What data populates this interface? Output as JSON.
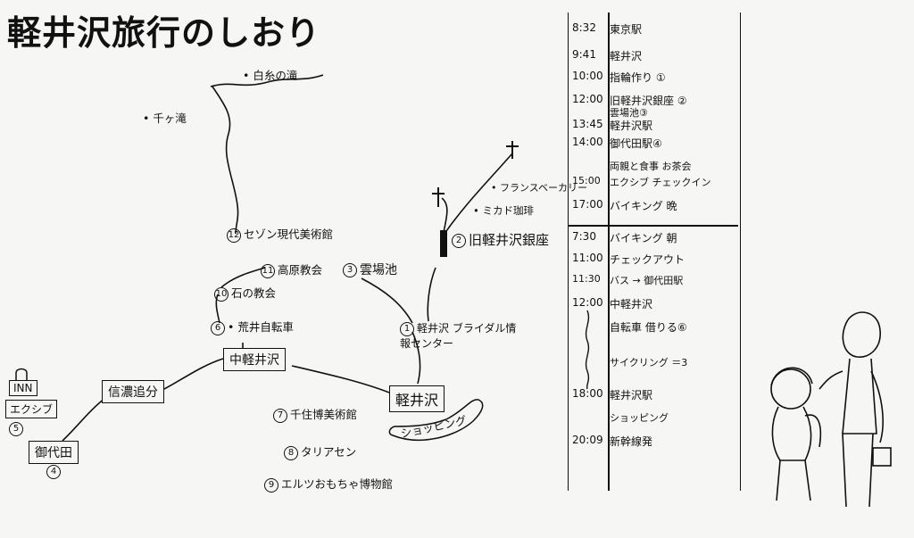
{
  "title": "軽井沢旅行のしおり",
  "map": {
    "shiraito": "白糸の滝",
    "senga": "千ヶ滝",
    "sezon": "セゾン現代美術館",
    "sezon_num": "12",
    "kogen": "高原教会",
    "kogen_num": "11",
    "ishi": "石の教会",
    "ishi_num": "10",
    "arai": "荒井自転車",
    "arai_num": "6",
    "kumoba": "雲場池",
    "kumoba_num": "3",
    "ginza": "旧軽井沢銀座",
    "ginza_num": "2",
    "french": "フランスベーカリー",
    "mikado": "ミカド珈琲",
    "bridal": "軽井沢 ブライダル情報センター",
    "bridal_num": "1",
    "senju": "千住博美術館",
    "senju_num": "7",
    "taria": "タリアセン",
    "taria_num": "8",
    "erutsu": "エルツおもちゃ博物館",
    "erutsu_num": "9",
    "station_naka": "中軽井沢",
    "station_shinano": "信濃追分",
    "station_karu": "軽井沢",
    "station_miyo": "御代田",
    "miyo_num": "4",
    "inn": "INN",
    "excib": "エクシブ",
    "excib_num": "5",
    "shopping": "ショッピング"
  },
  "schedule": [
    {
      "time": "8:32",
      "event": "東京駅"
    },
    {
      "time": "9:41",
      "event": "軽井沢"
    },
    {
      "time": "10:00",
      "event": "指輪作り ①"
    },
    {
      "time": "12:00",
      "event": "旧軽井沢銀座 ②"
    },
    {
      "time": "",
      "event": "雲場池③"
    },
    {
      "time": "13:45",
      "event": "軽井沢駅"
    },
    {
      "time": "14:00",
      "event": "御代田駅④"
    },
    {
      "time": "",
      "event": "両親と食事 お茶会"
    },
    {
      "time": "15:00",
      "event": "エクシブ チェックイン"
    },
    {
      "time": "17:00",
      "event": "バイキング 晩"
    },
    {
      "time": "7:30",
      "event": "バイキング 朝"
    },
    {
      "time": "11:00",
      "event": "チェックアウト"
    },
    {
      "time": "11:30",
      "event": "バス → 御代田駅"
    },
    {
      "time": "12:00",
      "event": "中軽井沢"
    },
    {
      "time": "",
      "event": "自転車 借りる⑥"
    },
    {
      "time": "",
      "event": "サイクリング ＝3"
    },
    {
      "time": "18:00",
      "event": "軽井沢駅"
    },
    {
      "time": "",
      "event": "ショッピング"
    },
    {
      "time": "20:09",
      "event": "新幹線発"
    }
  ]
}
